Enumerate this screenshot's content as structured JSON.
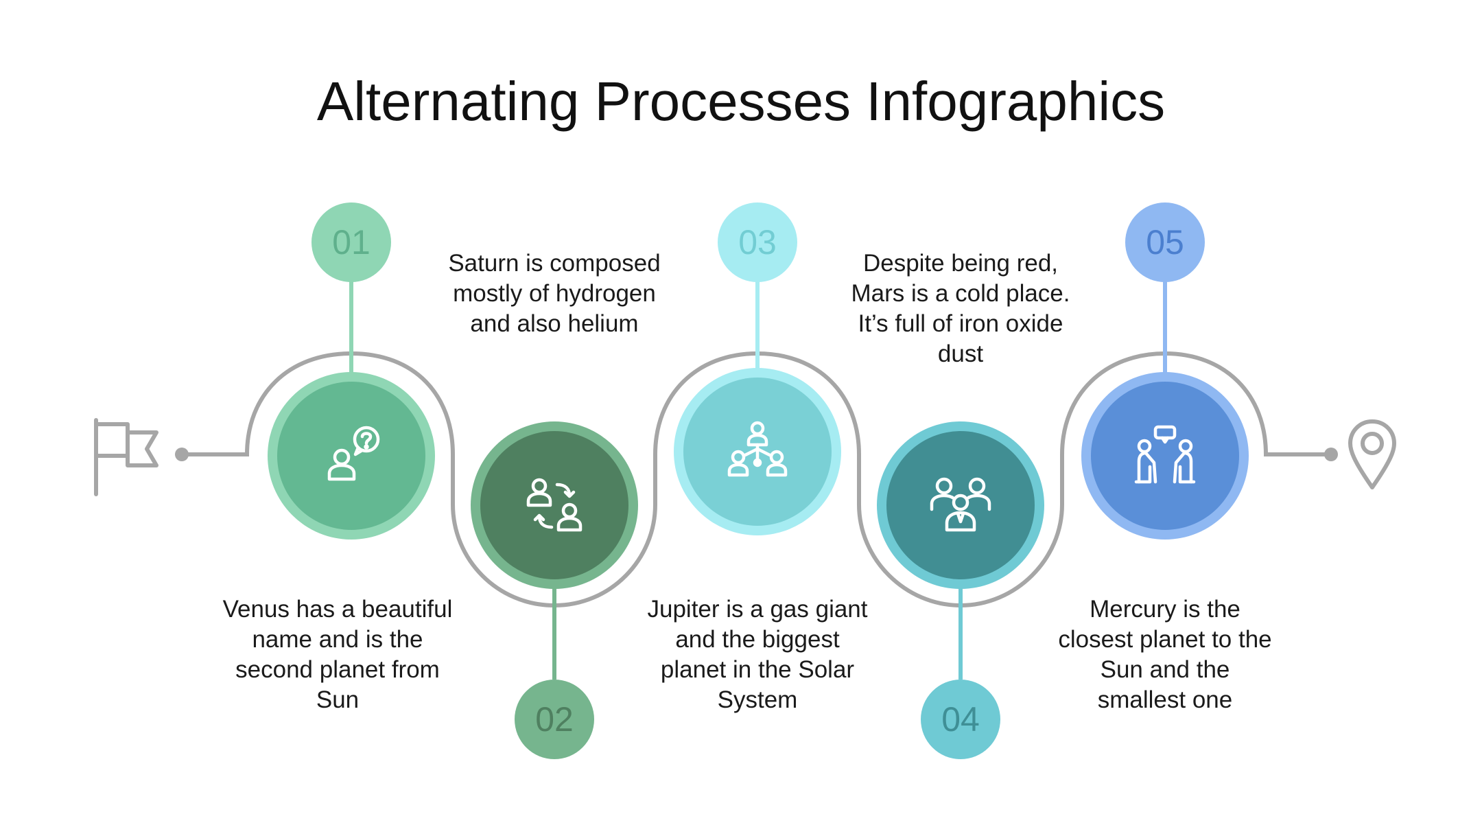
{
  "title": "Alternating Processes Infographics",
  "colors": {
    "path": "#a6a6a6",
    "text": "#1a1a1a"
  },
  "steps": [
    {
      "number": "01",
      "text": "Venus has a beautiful name and is the second planet from Sun",
      "icon": "person-question-icon",
      "outer_color": "#8fd6b4",
      "inner_color": "#63b892",
      "badge_color": "#8fd6b4",
      "number_color": "#5fb08c"
    },
    {
      "number": "02",
      "text": "Saturn is composed mostly of hydrogen and also helium",
      "icon": "people-exchange-icon",
      "outer_color": "#76b58e",
      "inner_color": "#4f8060",
      "badge_color": "#76b58e",
      "number_color": "#4f8060"
    },
    {
      "number": "03",
      "text": "Jupiter is a gas giant and the biggest planet in the Solar System",
      "icon": "hierarchy-people-icon",
      "outer_color": "#a6ecf2",
      "inner_color": "#7ad0d5",
      "badge_color": "#a6ecf2",
      "number_color": "#72cdd3"
    },
    {
      "number": "04",
      "text": "Despite being red, Mars is a cold place. It’s full of iron oxide dust",
      "icon": "team-group-icon",
      "outer_color": "#6fcad4",
      "inner_color": "#418e93",
      "badge_color": "#6fcad4",
      "number_color": "#3f8f96"
    },
    {
      "number": "05",
      "text": "Mercury is the closest planet to the Sun and the smallest one",
      "icon": "meeting-chat-icon",
      "outer_color": "#8fb8f2",
      "inner_color": "#5a8fd8",
      "badge_color": "#8fb8f2",
      "number_color": "#4b7fcf"
    }
  ],
  "start_icon": "flag-icon",
  "end_icon": "location-pin-icon"
}
